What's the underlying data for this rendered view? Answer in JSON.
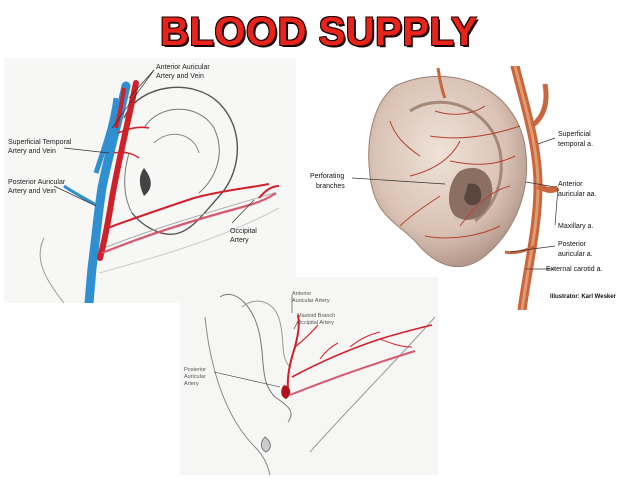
{
  "title": "BLOOD SUPPLY",
  "panel_left": {
    "labels": {
      "anterior_line1": "Anterior Auricular",
      "anterior_line2": "Artery and Vein",
      "sup_temporal_line1": "Superficial Temporal",
      "sup_temporal_line2": "Artery and Vein",
      "posterior_line1": "Posterior Auricular",
      "posterior_line2": "Artery and Vein",
      "occipital_line1": "Occipital",
      "occipital_line2": "Artery"
    }
  },
  "panel_right": {
    "labels": {
      "perforating_line1": "Perforating",
      "perforating_line2": "branches",
      "sup_temporal_line1": "Superficial",
      "sup_temporal_line2": "temporal a.",
      "anterior_line1": "Anterior",
      "anterior_line2": "auricular aa.",
      "maxillary": "Maxillary a.",
      "posterior_line1": "Posterior",
      "posterior_line2": "auricular a.",
      "external_carotid": "External carotid a.",
      "illustrator": "Illustrator: Karl Wesker"
    }
  },
  "panel_bottom": {
    "labels": {
      "anterior_line1": "Anterior",
      "anterior_line2": "Auricular Artery",
      "mastoid_line1": "Mastoid Branch",
      "mastoid_line2": "Occipital Artery",
      "posterior_line1": "Posterior",
      "posterior_line2": "Auricular",
      "posterior_line3": "Artery"
    }
  },
  "colors": {
    "title": "#e8231a",
    "artery": "#d0202a",
    "vein": "#2f8fd0",
    "ear_skin": "#d9c2b4",
    "external_carotid": "#c8663e"
  }
}
